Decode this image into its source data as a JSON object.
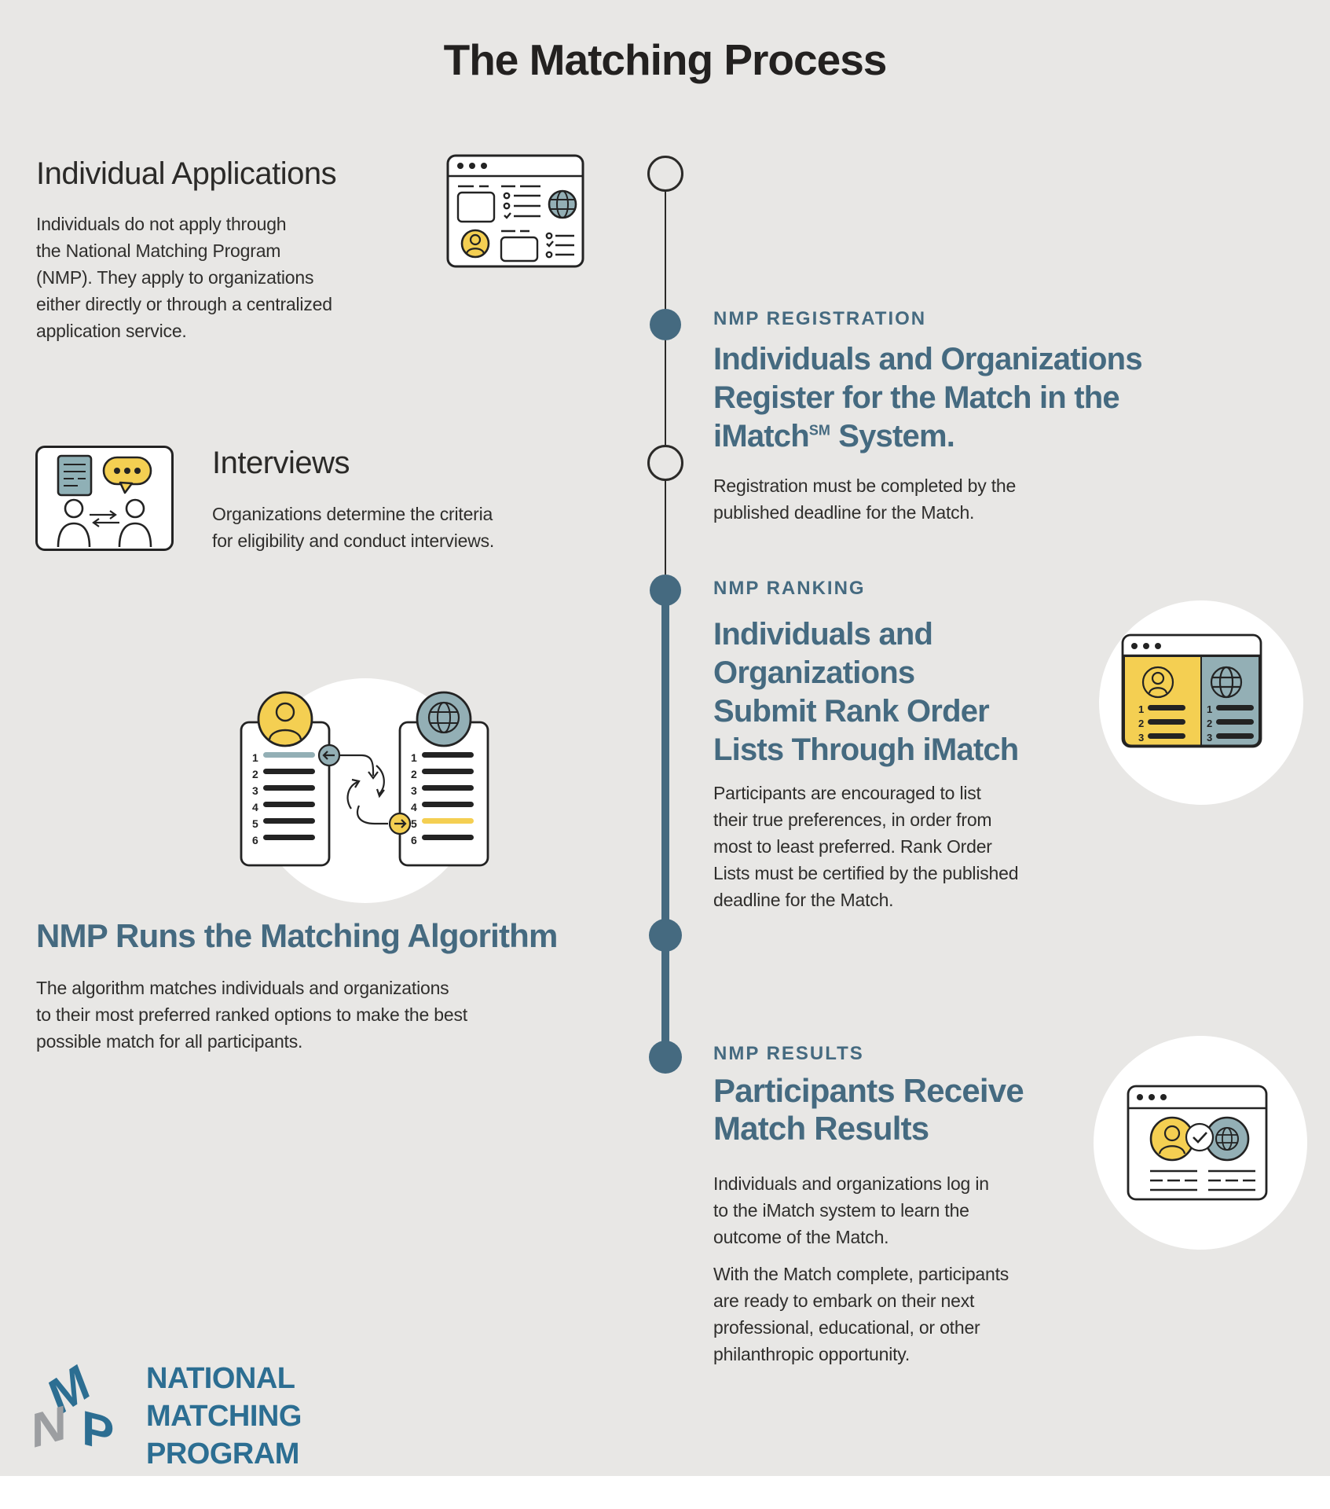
{
  "title": "The Matching Process",
  "colors": {
    "background": "#E8E7E5",
    "dark_text": "#2B2A28",
    "teal_accent": "#456A80",
    "yellow_accent": "#F4CF52",
    "bluegray_accent": "#93AFB5",
    "logo_blue": "#2C6E92",
    "logo_gray": "#9C9EA1",
    "white": "#FFFFFF"
  },
  "left": {
    "applications": {
      "heading": "Individual Applications",
      "body": [
        "Individuals do not apply through",
        "the National Matching Program",
        "(NMP). They apply to organizations",
        "either directly or through a centralized",
        "application service."
      ]
    },
    "interviews": {
      "heading": "Interviews",
      "body": [
        "Organizations determine the criteria",
        "for eligibility and conduct interviews."
      ]
    },
    "algorithm": {
      "heading": "NMP Runs the Matching Algorithm",
      "body": [
        "The algorithm matches individuals and organizations",
        "to their most preferred ranked options to make the best",
        "possible match for all participants."
      ]
    }
  },
  "right": {
    "registration": {
      "label": "NMP REGISTRATION",
      "heading_lines": [
        "Individuals and Organizations",
        "Register for the Match in the"
      ],
      "imatch_pre": "iMatch",
      "imatch_sup": "SM",
      "imatch_post": " System.",
      "body": [
        "Registration must be completed by the",
        "published deadline for the Match."
      ]
    },
    "ranking": {
      "label": "NMP RANKING",
      "heading_lines": [
        "Individuals and",
        "Organizations",
        "Submit Rank Order",
        "Lists Through iMatch"
      ],
      "body": [
        "Participants are encouraged to list",
        "their true preferences, in order from",
        "most to least preferred. Rank Order",
        "Lists must be certified by the published",
        "deadline for the Match."
      ]
    },
    "results": {
      "label": "NMP RESULTS",
      "heading_lines": [
        "Participants Receive",
        "Match Results"
      ],
      "body": [
        "Individuals and organizations log in",
        "to the iMatch system to learn the",
        "outcome of the Match."
      ],
      "body2": [
        "With the Match complete, participants",
        "are ready to embark on their next",
        "professional, educational, or other",
        "philanthropic opportunity."
      ]
    }
  },
  "rank_numbers": [
    "1",
    "2",
    "3",
    "4",
    "5",
    "6"
  ],
  "rank_numbers_short": [
    "1",
    "2",
    "3"
  ],
  "logo": {
    "mark_letters": {
      "m": "M",
      "n": "N",
      "p": "P"
    },
    "name_lines": [
      "NATIONAL",
      "MATCHING",
      "PROGRAM"
    ]
  },
  "icons": {
    "application_window": "application-window-icon",
    "interviews_scene": "interviews-icon",
    "algorithm_swap": "matching-algorithm-icon",
    "ranking_window": "rank-order-lists-icon",
    "results_window": "match-results-icon",
    "globe": "globe-icon",
    "person": "person-icon",
    "check": "checkmark-icon"
  }
}
